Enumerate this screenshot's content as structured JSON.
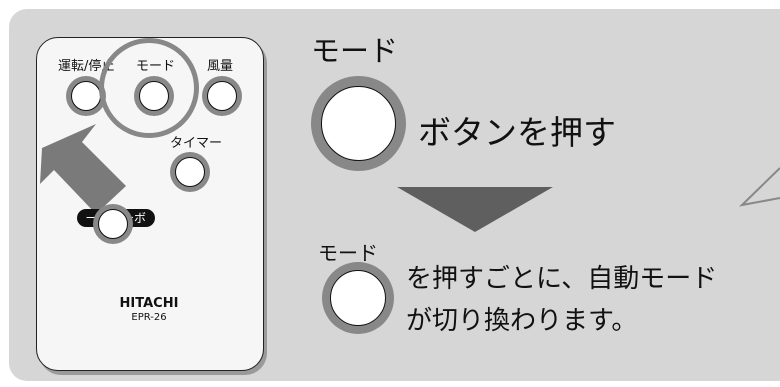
{
  "remote": {
    "power_label": "運転/停止",
    "mode_label": "モード",
    "fan_label": "風量",
    "timer_label": "タイマー",
    "turbo_label": "一発ターボ",
    "brand": "HITACHI",
    "model": "EPR-26"
  },
  "instructions": {
    "step1_title": "モード",
    "step1_text": "ボタンを押す",
    "step2_title": "モード",
    "step2_line1": "を押すごとに、自動モード",
    "step2_line2": "が切り換わります。"
  },
  "colors": {
    "panel": "#d6d6d6",
    "button_ring": "#888888",
    "arrow": "#7a7a7a",
    "triangle": "#5f5f5f"
  }
}
